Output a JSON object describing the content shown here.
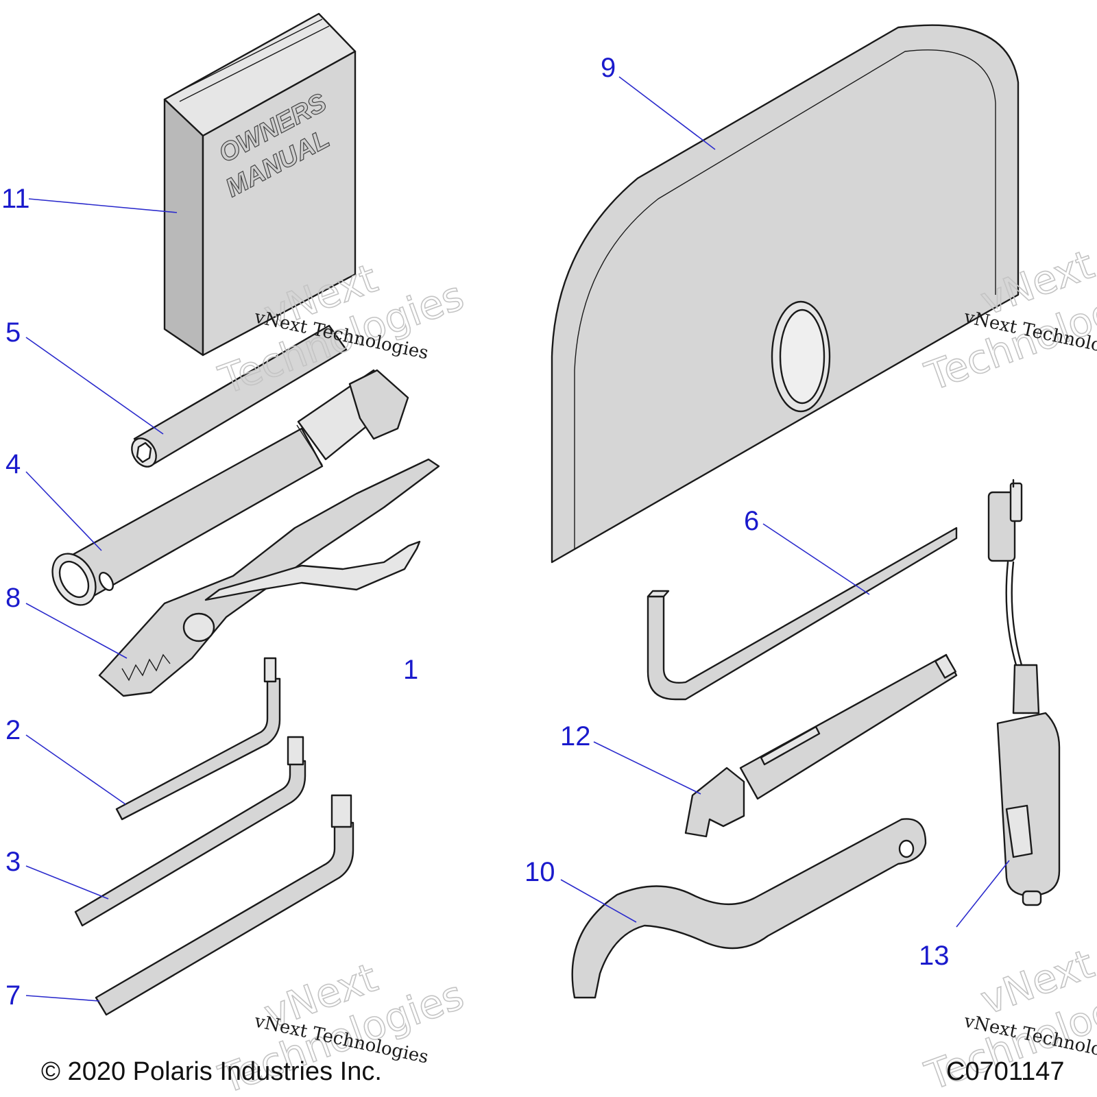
{
  "callouts": [
    {
      "id": "1",
      "label": "1"
    },
    {
      "id": "2",
      "label": "2"
    },
    {
      "id": "3",
      "label": "3"
    },
    {
      "id": "4",
      "label": "4"
    },
    {
      "id": "5",
      "label": "5"
    },
    {
      "id": "6",
      "label": "6"
    },
    {
      "id": "7",
      "label": "7"
    },
    {
      "id": "8",
      "label": "8"
    },
    {
      "id": "9",
      "label": "9"
    },
    {
      "id": "10",
      "label": "10"
    },
    {
      "id": "11",
      "label": "11"
    },
    {
      "id": "12",
      "label": "12"
    },
    {
      "id": "13",
      "label": "13"
    }
  ],
  "manual_cover": {
    "line1": "OWNERS",
    "line2": "MANUAL"
  },
  "watermark": {
    "small": "vNext Technologies",
    "big_line1": "vNext",
    "big_line2": "Technologies"
  },
  "footer": {
    "copyright": "© 2020 Polaris Industries Inc.",
    "diagram_code": "C0701147"
  },
  "colors": {
    "callout": "#1a1acc",
    "part": "#d6d6d6",
    "outline": "#1a1a1a"
  }
}
